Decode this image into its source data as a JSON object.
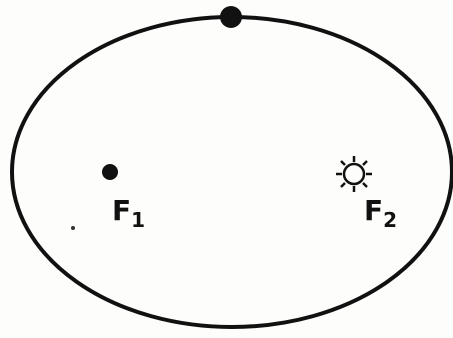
{
  "diagram": {
    "labels": {
      "focus_1": {
        "main": "F",
        "sub": "1"
      },
      "focus_2": {
        "main": "F",
        "sub": "2"
      }
    },
    "colors": {
      "ink": "#111111",
      "paper": "#fdfdfb"
    },
    "icons": {
      "planet": "planet-dot-icon",
      "empty_focus": "focus-dot-icon",
      "star": "sun-star-icon"
    }
  }
}
